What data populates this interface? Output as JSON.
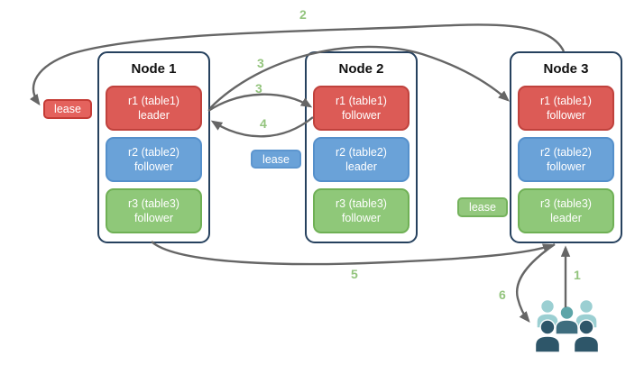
{
  "diagram": {
    "nodes": [
      {
        "title": "Node 1",
        "replicas": [
          {
            "range": "r1 (table1)",
            "role": "leader",
            "color": "red"
          },
          {
            "range": "r2 (table2)",
            "role": "follower",
            "color": "blue"
          },
          {
            "range": "r3 (table3)",
            "role": "follower",
            "color": "green"
          }
        ]
      },
      {
        "title": "Node 2",
        "replicas": [
          {
            "range": "r1 (table1)",
            "role": "follower",
            "color": "red"
          },
          {
            "range": "r2 (table2)",
            "role": "leader",
            "color": "blue"
          },
          {
            "range": "r3 (table3)",
            "role": "follower",
            "color": "green"
          }
        ]
      },
      {
        "title": "Node 3",
        "replicas": [
          {
            "range": "r1 (table1)",
            "role": "follower",
            "color": "red"
          },
          {
            "range": "r2 (table2)",
            "role": "follower",
            "color": "blue"
          },
          {
            "range": "r3 (table3)",
            "role": "leader",
            "color": "green"
          }
        ]
      }
    ],
    "leases": [
      {
        "label": "lease",
        "color": "#e4625d"
      },
      {
        "label": "lease",
        "color": "#6aa2d8"
      },
      {
        "label": "lease",
        "color": "#93c87d"
      }
    ],
    "step_labels": {
      "step1": "1",
      "step2": "2",
      "step3a": "3",
      "step3b": "3",
      "step4": "4",
      "step5": "5",
      "step6": "6"
    },
    "icons": {
      "users": "users-group-icon"
    }
  },
  "colors": {
    "node_border": "#26415e",
    "replica_red": "#dc5b56",
    "replica_red_border": "#c0423d",
    "replica_blue": "#6aa2d8",
    "replica_blue_border": "#5590cb",
    "replica_green": "#8fc879",
    "replica_green_border": "#6fb055",
    "arrow": "#666666",
    "step_label": "#93c47d",
    "users_light": "#9bcfd2",
    "users_mid": "#5da5a8",
    "users_mid_body": "#3e6d7e",
    "users_dark": "#2e5669"
  }
}
